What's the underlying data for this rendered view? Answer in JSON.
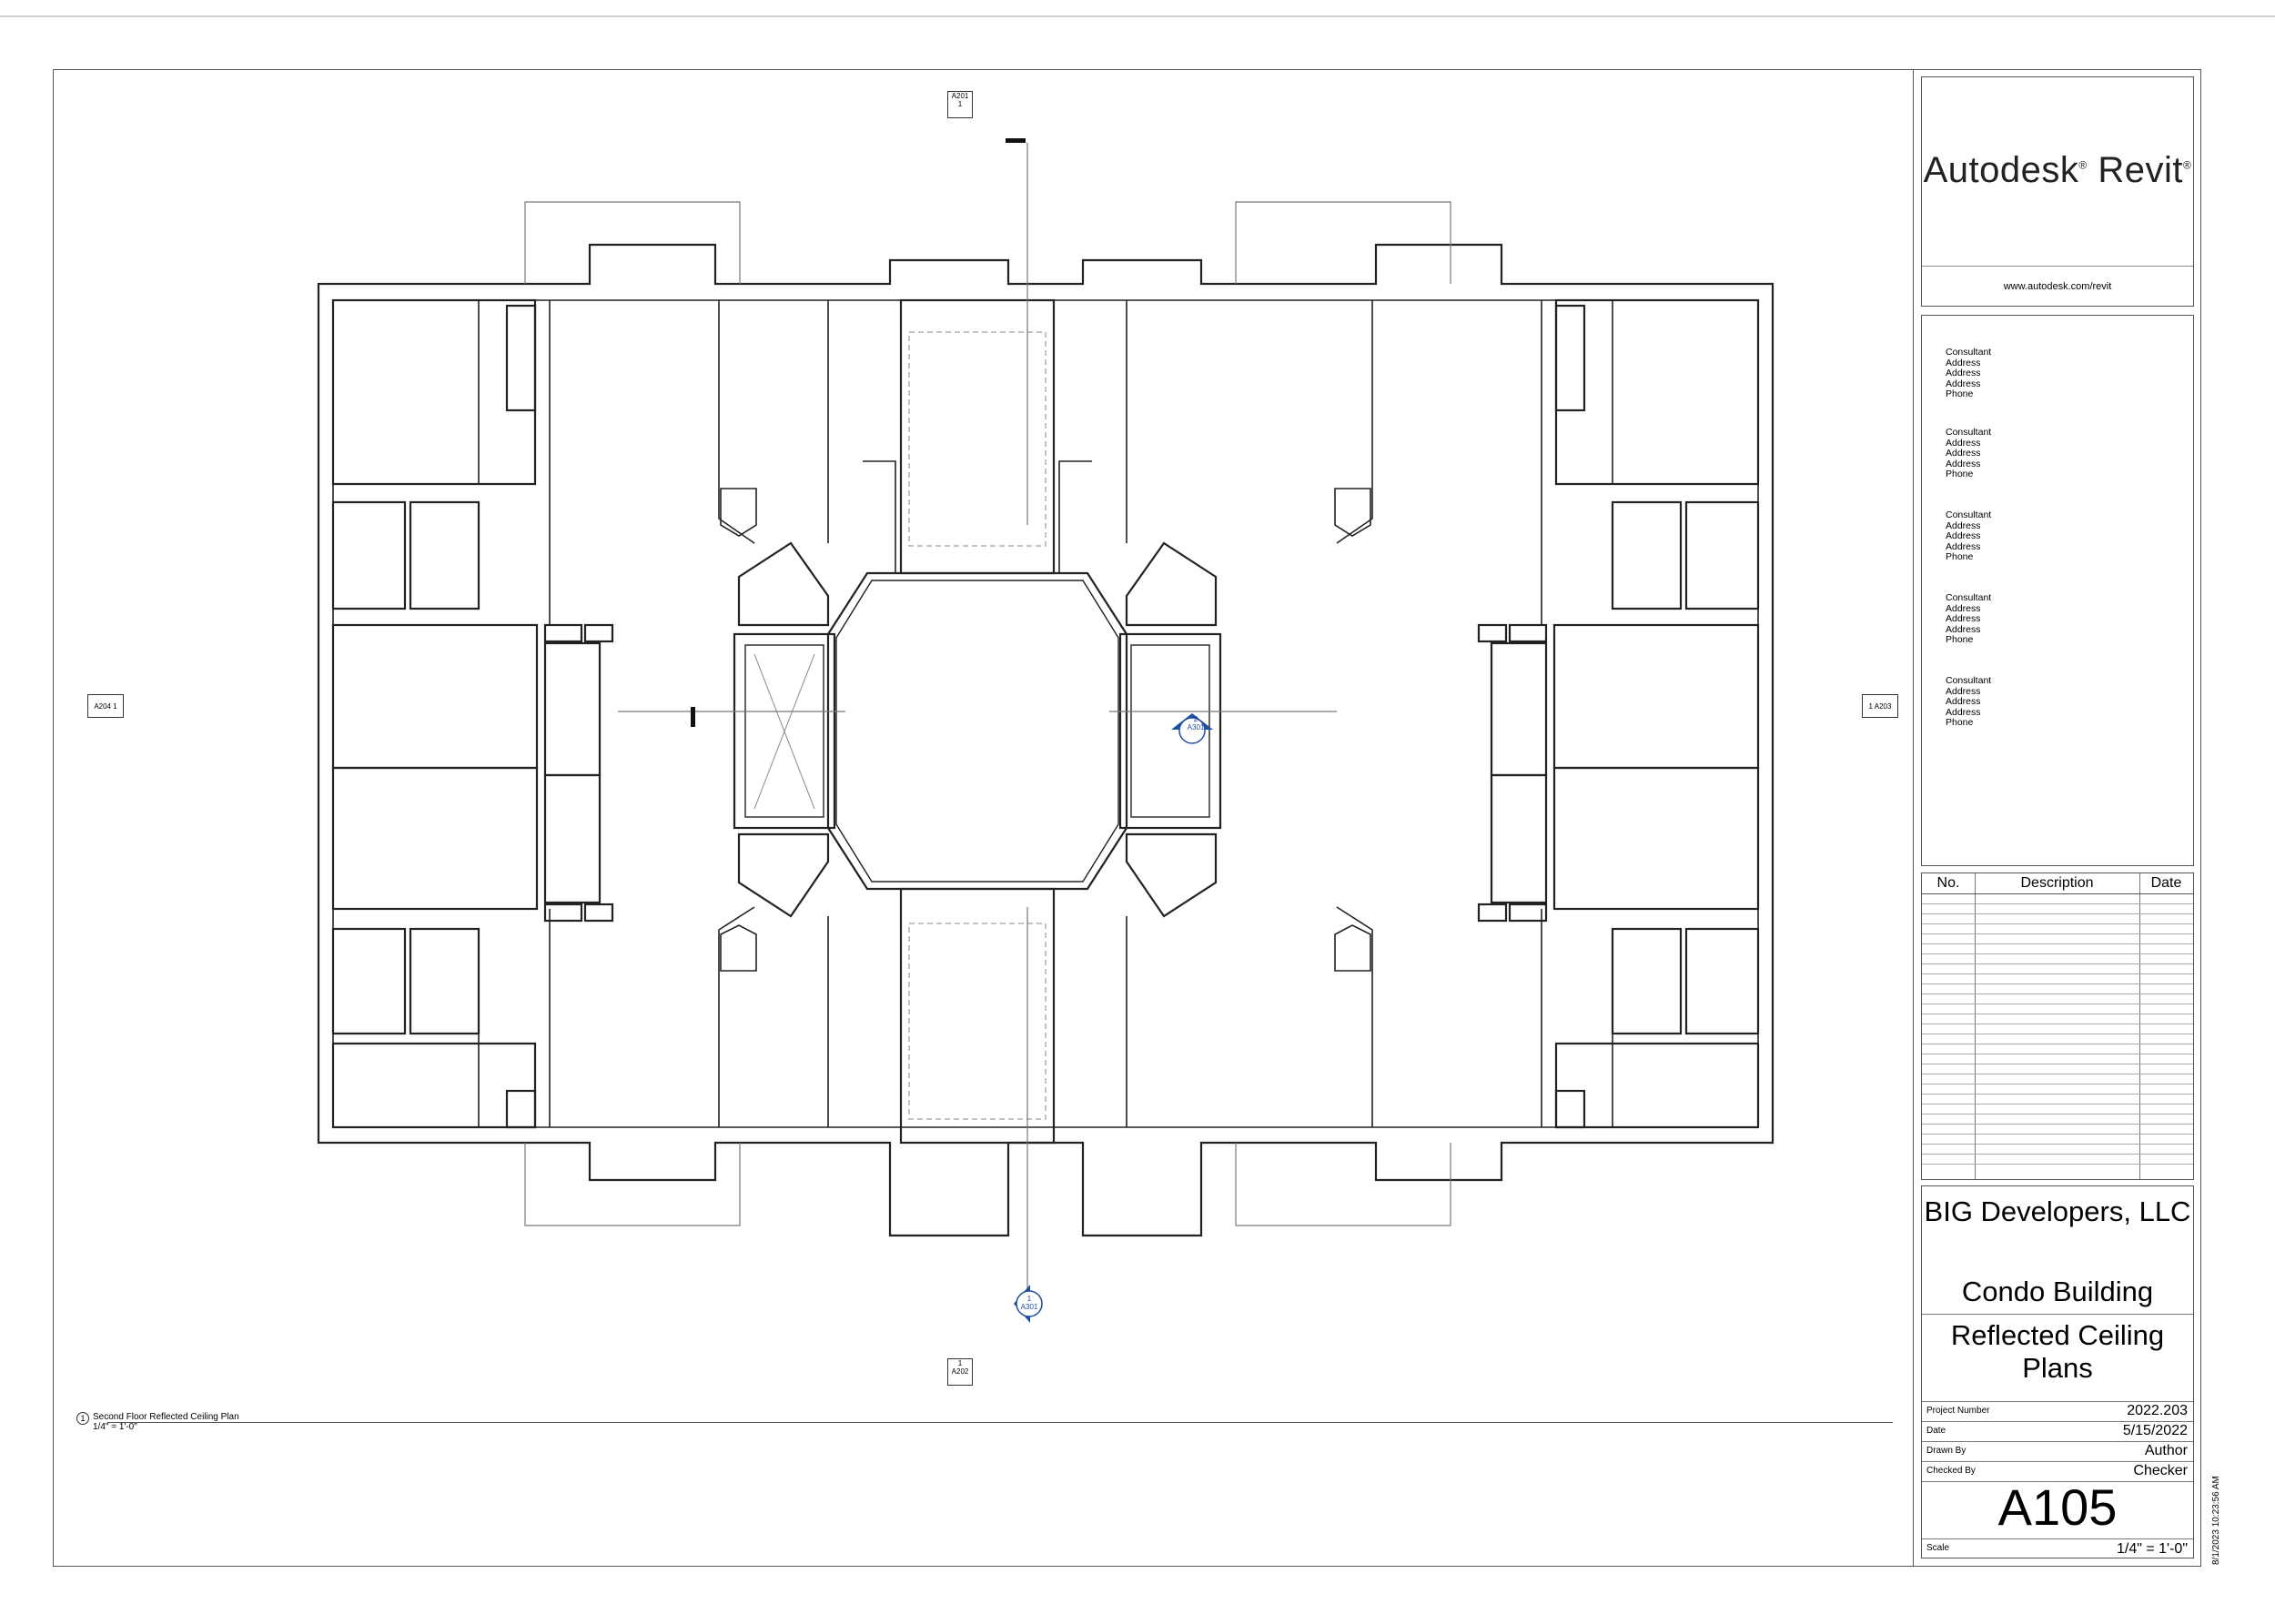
{
  "title_block": {
    "logo_text": "Autodesk",
    "logo_text_2": "Revit",
    "logo_mark": "®",
    "url": "www.autodesk.com/revit",
    "consultants": [
      [
        "Consultant",
        "Address",
        "Address",
        "Address",
        "Phone"
      ],
      [
        "Consultant",
        "Address",
        "Address",
        "Address",
        "Phone"
      ],
      [
        "Consultant",
        "Address",
        "Address",
        "Address",
        "Phone"
      ],
      [
        "Consultant",
        "Address",
        "Address",
        "Address",
        "Phone"
      ],
      [
        "Consultant",
        "Address",
        "Address",
        "Address",
        "Phone"
      ]
    ],
    "revisions": {
      "col_no": "No.",
      "col_description": "Description",
      "col_date": "Date"
    },
    "client": "BIG Developers, LLC",
    "project_name": "Condo Building",
    "sheet_name": "Reflected Ceiling Plans",
    "project_number_label": "Project Number",
    "project_number": "2022.203",
    "date_label": "Date",
    "date": "5/15/2022",
    "drawn_by_label": "Drawn By",
    "drawn_by": "Author",
    "checked_by_label": "Checked By",
    "checked_by": "Checker",
    "sheet_number": "A105",
    "scale_label": "Scale",
    "scale": "1/4\" = 1'-0\"",
    "timestamp": "8/1/2023 10:23:56 AM"
  },
  "view": {
    "number": "1",
    "title": "Second Floor Reflected Ceiling Plan",
    "scale": "1/4\" = 1'-0\""
  },
  "elevation_tags": {
    "north": {
      "sheet": "A201",
      "num": "1"
    },
    "south": {
      "sheet": "A202",
      "num": "1"
    },
    "east": {
      "sheet": "A203",
      "num": "1"
    },
    "west": {
      "sheet": "A204",
      "num": "1"
    }
  },
  "section_tags": {
    "section_1": {
      "num": "1",
      "sheet": "A301"
    },
    "section_2": {
      "num": "2",
      "sheet": "A301"
    }
  }
}
